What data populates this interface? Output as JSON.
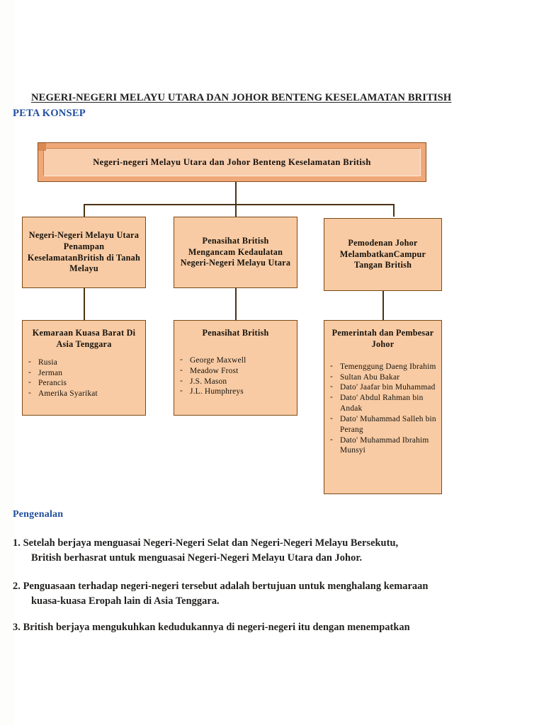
{
  "document": {
    "title": "NEGERI-NEGERI MELAYU UTARA DAN JOHOR BENTENG KESELAMATAN BRITISH",
    "subheading": "PETA KONSEP",
    "section_heading": "Pengenalan"
  },
  "colors": {
    "node_fill": "#F8CBA4",
    "node_border": "#7A4A15",
    "banner_frame": "#F0A878",
    "heading_blue": "#1F4E9C",
    "text_dark": "#16120C"
  },
  "concept_map": {
    "root": {
      "label": "Negeri-negeri Melayu Utara dan Johor Benteng Keselamatan British"
    },
    "branches": [
      {
        "id": "branch-1",
        "label": "Negeri-Negeri Melayu Utara Penampan KeselamatanBritish di Tanah Melayu",
        "child": {
          "title": "Kemaraan Kuasa Barat Di Asia Tenggara",
          "items": [
            "Rusia",
            "Jerman",
            "Perancis",
            "Amerika Syarikat"
          ]
        }
      },
      {
        "id": "branch-2",
        "label": "Penasihat British Mengancam Kedaulatan Negeri-Negeri Melayu Utara",
        "child": {
          "title": "Penasihat British",
          "items": [
            "George Maxwell",
            "Meadow Frost",
            "J.S. Mason",
            "J.L. Humphreys"
          ]
        }
      },
      {
        "id": "branch-3",
        "label": "Pemodenan Johor MelambatkanCampur Tangan British",
        "child": {
          "title": "Pemerintah dan Pembesar Johor",
          "items": [
            "Temenggung Daeng Ibrahim",
            "Sultan Abu Bakar",
            "Dato' Jaafar bin Muhammad",
            "Dato' Abdul Rahman bin Andak",
            "Dato' Muhammad Salleh bin Perang",
            "Dato' Muhammad Ibrahim Munsyi"
          ]
        }
      }
    ],
    "bullet_char": "-"
  },
  "paragraphs": [
    {
      "number": "1.",
      "line1": "Setelah berjaya menguasai Negeri-Negeri Selat dan Negeri-Negeri Melayu Bersekutu,",
      "line2": "British berhasrat untuk menguasai Negeri-Negeri Melayu Utara dan Johor."
    },
    {
      "number": "2.",
      "line1": "Penguasaan terhadap negeri-negeri tersebut adalah bertujuan untuk menghalang kemaraan",
      "line2": "kuasa-kuasa Eropah lain di Asia Tenggara."
    },
    {
      "number": "3.",
      "line1": "British berjaya mengukuhkan kedudukannya di negeri-negeri itu dengan menempatkan",
      "line2": ""
    }
  ]
}
